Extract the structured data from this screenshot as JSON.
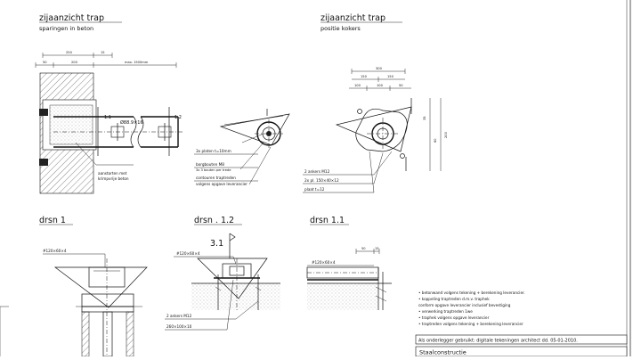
{
  "views": {
    "side_left": {
      "title": "zijaanzicht trap",
      "subtitle": "sparingen in beton"
    },
    "side_right": {
      "title": "zijaanzicht trap",
      "subtitle": "positie kokers"
    },
    "drsn_1": {
      "title": "drsn 1"
    },
    "drsn_12": {
      "title": "drsn . 1.2"
    },
    "drsn_11": {
      "title": "drsn 1.1"
    }
  },
  "labels": {
    "tube": "Ø88.9×16",
    "sec_11": "1.1",
    "sec_12": "1.2",
    "sec_31": "3.1",
    "aanstorten_1": "aanstorten met",
    "aanstorten_2": "krimpvrije beton",
    "platen": "3x platen t=10mm",
    "boutn_1": "borgbouten M8",
    "boutn_2": "3x 3 bouten per trede",
    "contour_1": "contouren traptreden",
    "contour_2": "volgens opgave leverancier",
    "ankers_r": "2 ankers M12",
    "pl_r": "2x pl. 150×40×12",
    "plaat_r": "plaat t=12",
    "koker1": "#120×60×4",
    "koker2": "#120×60×4",
    "koker3": "#120×60×4",
    "ankers_b": "2 ankers M12",
    "plate_b": "260×100×10"
  },
  "dimensions": {
    "left_top": [
      "250",
      "15"
    ],
    "left_mid": [
      "50",
      "200",
      "max. 1500mm"
    ],
    "right_top": [
      "300"
    ],
    "right_mid": [
      "150",
      "150"
    ],
    "right_low": [
      "100",
      "100",
      "50"
    ],
    "right_vert": [
      "35",
      "60",
      "200"
    ],
    "mid_b": [
      "50",
      "15"
    ]
  },
  "notes": {
    "items": [
      "• betonwand volgens tekening + berekening leverancier.",
      "• koppeling traptreden d.m.v. traphek",
      "  conform opgave leverancier inclusief bevestiging",
      "• verwerking traptreden 1we",
      "• traphek volgens opgave leverancier",
      "• traptreden volgens tekening + berekening leverancier"
    ],
    "disclaimer": "Als onderlegger gebruikt: digitale tekeningen architect dd. 05-01-2010.",
    "title_block": "Staalconstructie"
  }
}
